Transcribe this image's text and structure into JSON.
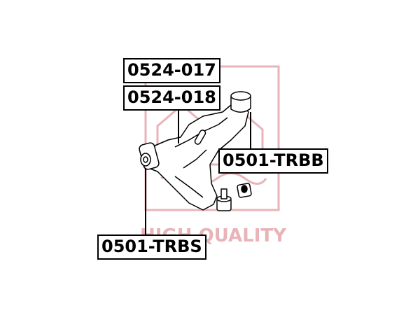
{
  "watermark": {
    "text": "HIGH QUALITY",
    "color": "#e8b4b8"
  },
  "labels": {
    "part_a": "0524-017",
    "part_b": "0524-018",
    "part_c": "0501-TRBB",
    "part_d": "0501-TRBS"
  },
  "colors": {
    "ink": "#000000",
    "watermark": "#e8b4b8"
  }
}
